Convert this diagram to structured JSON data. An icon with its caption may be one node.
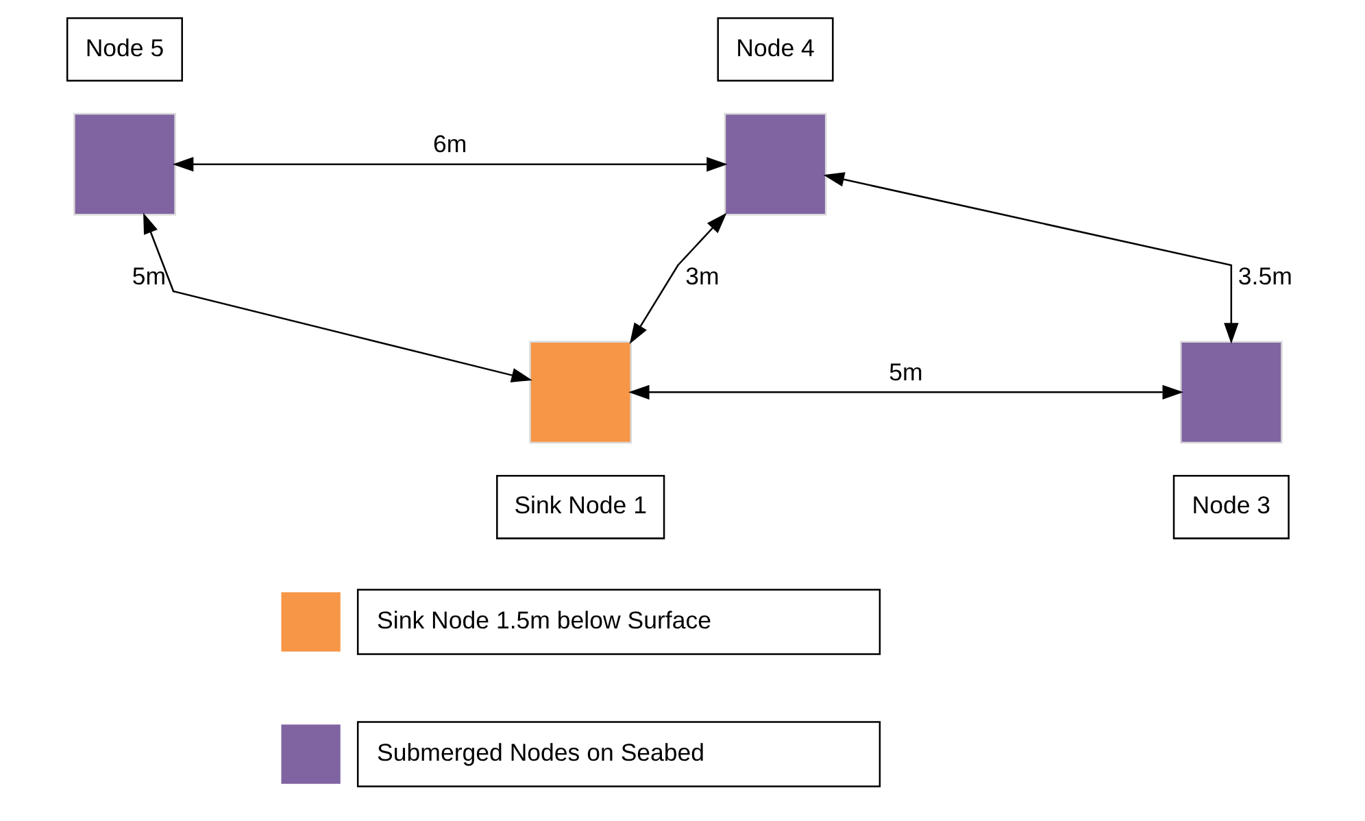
{
  "diagram": {
    "nodes": [
      {
        "text": [
          "Node 5"
        ]
      },
      {
        "text": [
          "Node 4"
        ]
      },
      {
        "text": [],
        "shape": "box"
      },
      {
        "text": [],
        "shape": "box"
      },
      {
        "text": [],
        "shape": "box"
      },
      {
        "text": [],
        "shape": "box"
      },
      {
        "text": [
          "Sink Node 1"
        ]
      },
      {
        "text": [
          "Node 3"
        ]
      }
    ],
    "edges": [
      {
        "from": 2,
        "to": 3,
        "arrow": "both",
        "label": "6m"
      },
      {
        "from": 2,
        "to": 4,
        "arrow": "both",
        "label": "5m"
      },
      {
        "from": 4,
        "to": 3,
        "arrow": "both",
        "label": "3m"
      },
      {
        "from": 3,
        "to": 5,
        "arrow": "both",
        "label": "3.5m"
      },
      {
        "from": 4,
        "to": 5,
        "arrow": "both",
        "label": "5m"
      }
    ],
    "legend": [
      {
        "text": "Sink Node 1.5m below Surface",
        "color": "#f79646"
      },
      {
        "text": "Submerged Nodes on Seabed",
        "color": "#8064a2"
      }
    ]
  }
}
